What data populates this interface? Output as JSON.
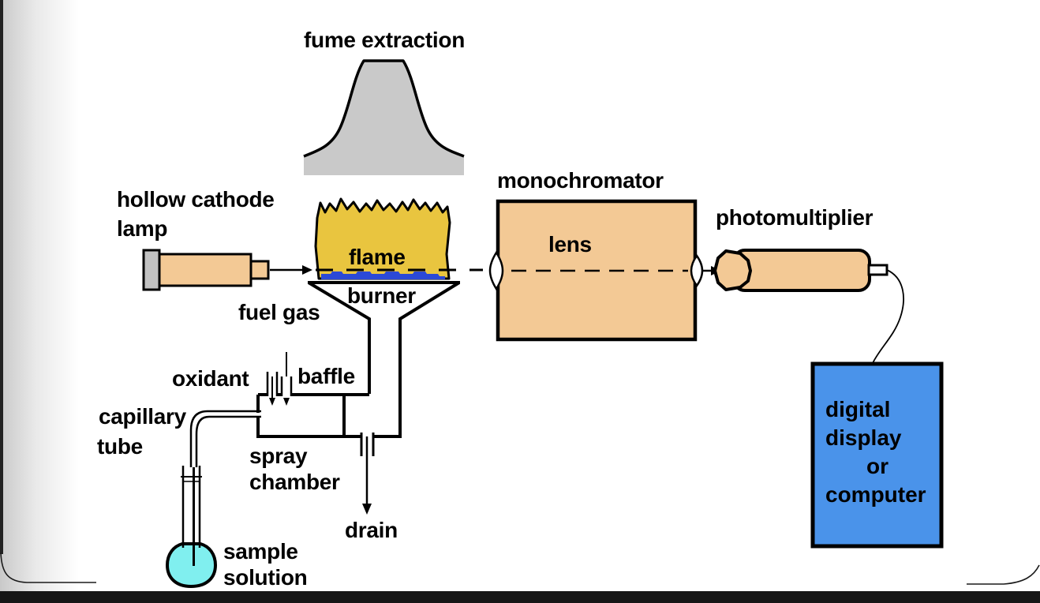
{
  "labels": {
    "fume_extraction": "fume extraction",
    "hollow_cathode_line1": "hollow cathode",
    "hollow_cathode_line2": "lamp",
    "flame": "flame",
    "burner": "burner",
    "fuel_gas": "fuel gas",
    "oxidant": "oxidant",
    "baffle": "baffle",
    "capillary_line1": "capillary",
    "capillary_line2": "tube",
    "spray_line1": "spray",
    "spray_line2": "chamber",
    "drain": "drain",
    "sample_line1": "sample",
    "sample_line2": "solution",
    "monochromator": "monochromator",
    "lens": "lens",
    "photomultiplier": "photomultiplier"
  },
  "display_unit": {
    "lines": [
      "digital",
      "display",
      "or",
      "computer"
    ]
  },
  "colors": {
    "tan": "#F3C995",
    "flame_yellow": "#E9C53F",
    "flame_blue": "#2B49D6",
    "display_blue": "#4A93EA",
    "solution_cyan": "#80EFEF",
    "hood_gray": "#C9C9C9",
    "cap_gray": "#C2C2C2",
    "bar_black": "#161616",
    "outline": "#000000"
  }
}
